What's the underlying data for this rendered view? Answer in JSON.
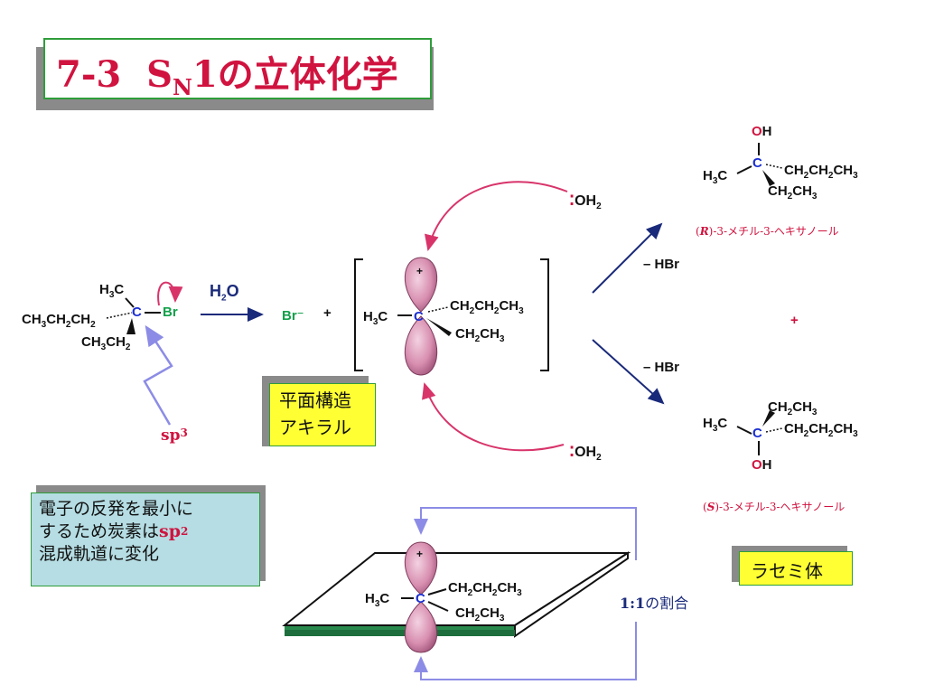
{
  "title": {
    "prefix": "7-3",
    "sn_s": "S",
    "sn_sub": "N",
    "suffix": "1の立体化学"
  },
  "reactant": {
    "h3c": "H3C",
    "chain_left": "CH3CH2CH2",
    "c": "C",
    "br": "Br",
    "ch3ch2": "CH3CH2",
    "sp3": "sp",
    "sp3_sup": "3"
  },
  "reagent": {
    "h2o": "H2O"
  },
  "products_side": {
    "br_minus": "Br⁻",
    "plus": "+"
  },
  "carbocation": {
    "h3c": "H3C",
    "c": "C",
    "right_top": "CH2CH2CH3",
    "right_bottom": "CH2CH3",
    "lobe_plus": "+"
  },
  "nucleophile": {
    "top": "OH2",
    "bottom": "OH2"
  },
  "steps": {
    "minus_hbr_top": "– HBr",
    "minus_hbr_bottom": "– HBr"
  },
  "product_r": {
    "oh": "OH",
    "h3c": "H3C",
    "c": "C",
    "right": "CH2CH2CH3",
    "down": "CH2CH3",
    "name_config": "R",
    "name_rest": "-3-メチル-3-ヘキサノール"
  },
  "product_plus": "+",
  "product_s": {
    "up": "CH2CH3",
    "h3c": "H3C",
    "c": "C",
    "right": "CH2CH2CH3",
    "oh": "OH",
    "name_config": "S",
    "name_rest": "-3-メチル-3-ヘキサノール"
  },
  "boxes": {
    "planar_line1": "平面構造",
    "planar_line2": "アキラル",
    "racemic": "ラセミ体",
    "electron_line1": "電子の反発を最小に",
    "electron_line2a": "するため炭素は",
    "electron_sp": "sp",
    "electron_sp_sup": "2",
    "electron_line3": "混成軌道に変化"
  },
  "plane": {
    "h3c": "H3C",
    "c": "C",
    "right_top": "CH2CH2CH3",
    "right_bottom": "CH2CH3",
    "lobe_plus": "+",
    "ratio_num": "1:1",
    "ratio_text": "の割合"
  },
  "colors": {
    "title": "#d0133f",
    "carbon": "#1a2fd0",
    "bromine": "#12a04a",
    "oxygen": "#d0133f",
    "lobe": "#d88fb0"
  }
}
